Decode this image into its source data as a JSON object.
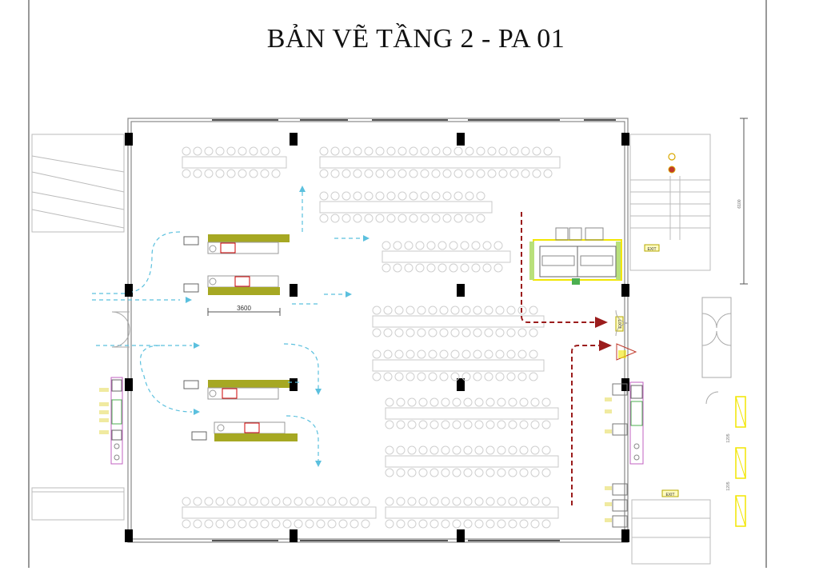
{
  "title": "BẢN VẼ TẦNG 2 - PA 01",
  "dimensions": {
    "kitchen_width": "3600",
    "stair_height": "6100",
    "parking_spacing_1": "1205",
    "parking_spacing_2": "1205"
  },
  "exit_labels": {
    "stair": "EXIT",
    "door": "EXIT",
    "bottom": "EXIT"
  },
  "colors": {
    "counter": "#a6a823",
    "flow_arrow": "#5bc0de",
    "evac_arrow": "#9b1c1c",
    "column": "#000000",
    "line": "#9a9a9a",
    "highlight": "#f2e600",
    "magenta": "#c060c0",
    "green": "#4caf50"
  }
}
